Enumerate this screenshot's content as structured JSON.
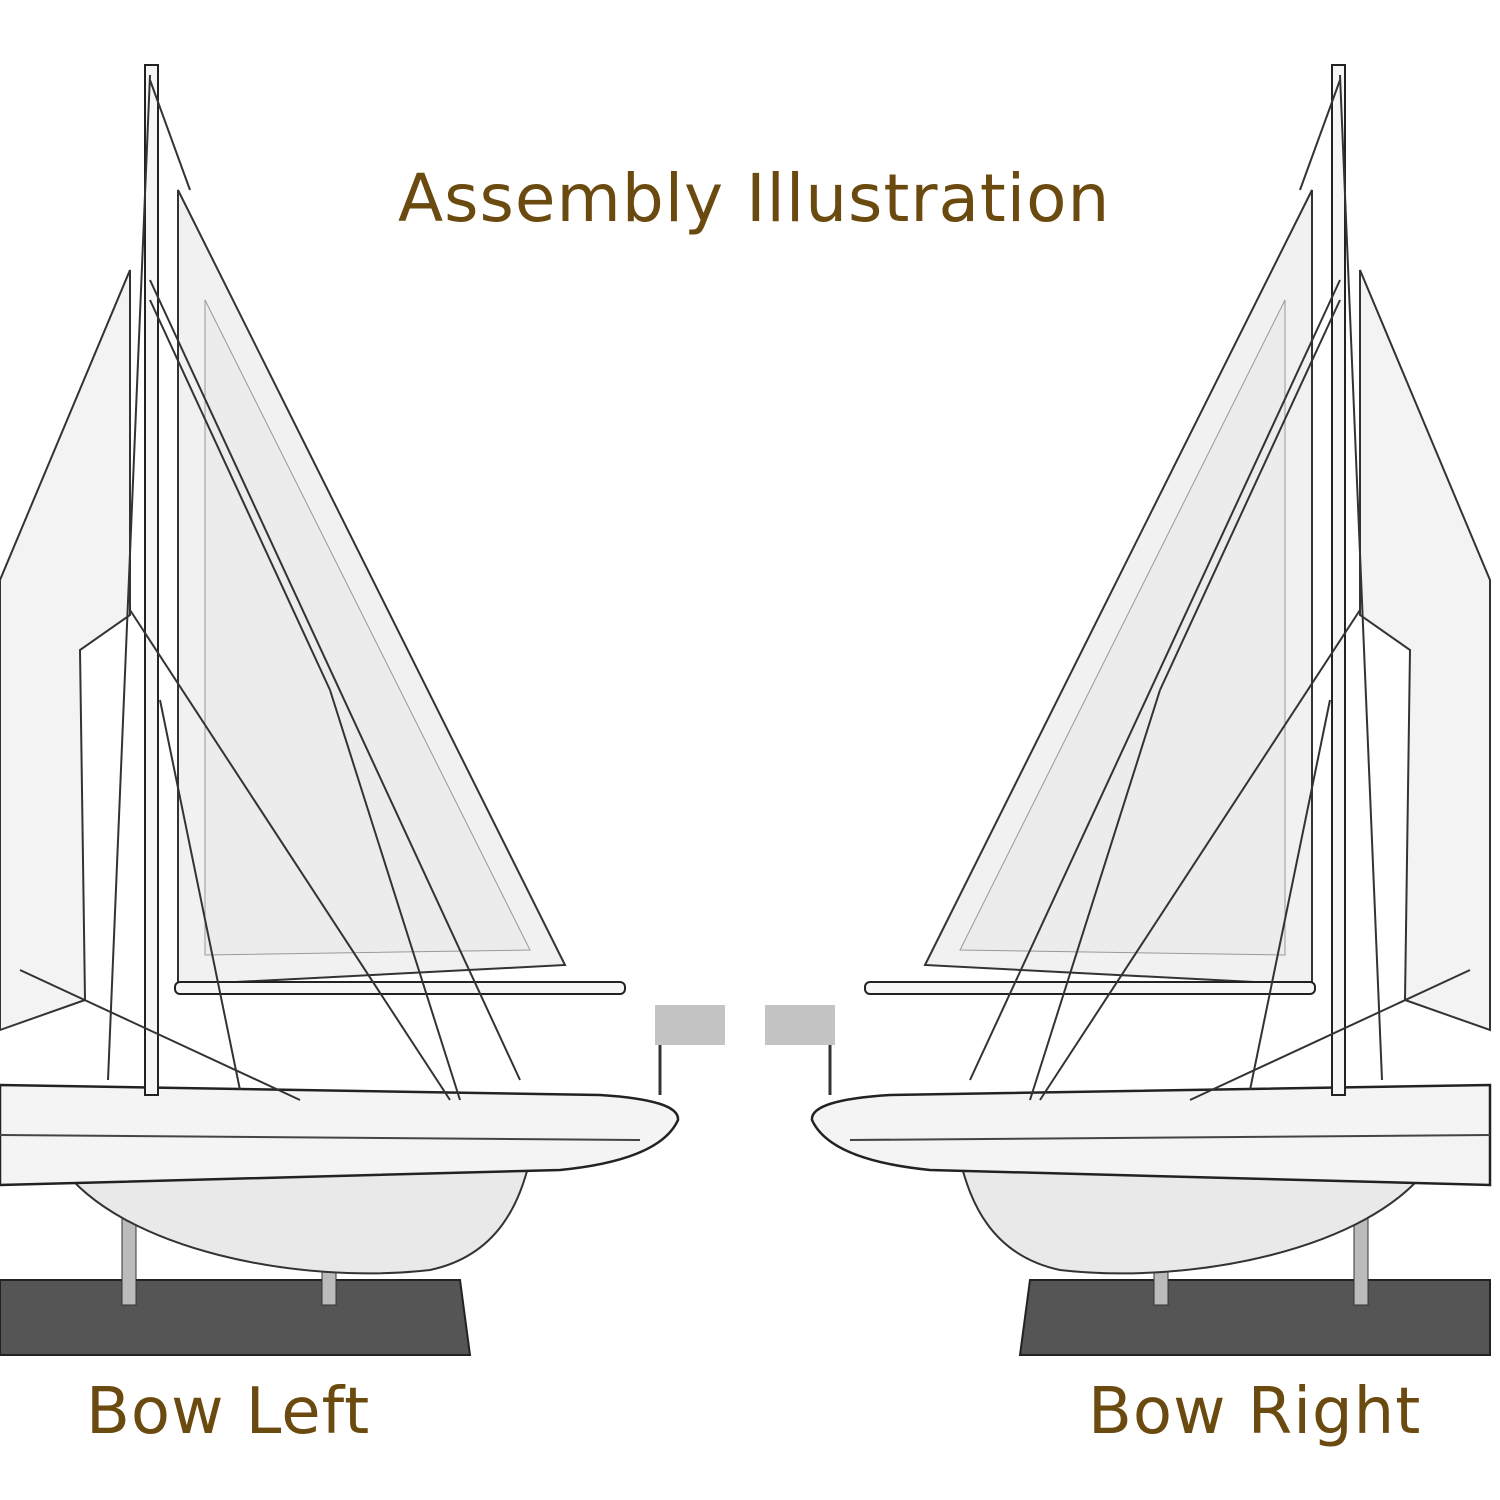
{
  "title": "Assembly Illustration",
  "labels": {
    "left": "Bow Left",
    "right": "Bow Right"
  },
  "colors": {
    "text": "#6b4a10",
    "lines": "#333333",
    "base": "#4a4a4a"
  }
}
